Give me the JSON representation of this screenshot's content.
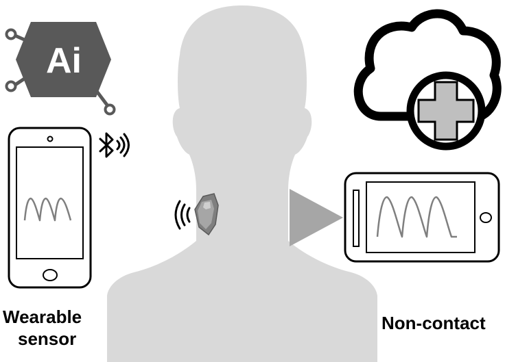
{
  "ai_badge": {
    "text": "Ai"
  },
  "labels": {
    "wearable_line1": "Wearable",
    "wearable_line2": "sensor",
    "non_contact": "Non-contact"
  },
  "colors": {
    "silhouette": "#d9d9d9",
    "ai_hexagon": "#595959",
    "cross_fill": "#bfbfbf",
    "outline": "#000000",
    "arrow": "#a6a6a6"
  },
  "icons": [
    "ai-chip-icon",
    "cloud-medical-icon",
    "bluetooth-icon",
    "phone-icon",
    "tablet-icon",
    "wearable-sensor-icon",
    "wireless-signal-icon"
  ]
}
